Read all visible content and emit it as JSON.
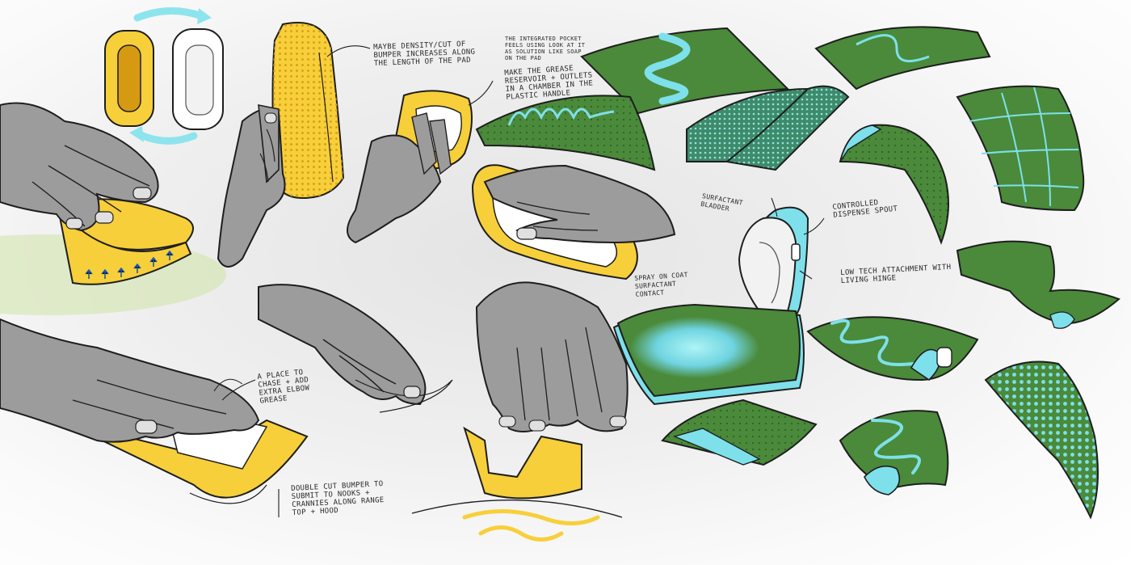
{
  "annotations": {
    "bumper_density": "Maybe density/cut of bumper increases along the length of the pad",
    "integrated_pocket": "The integrated pocket feels using look at it as solution like soap on the pad",
    "grease_chamber": "Make the grease reservoir + outlets in a chamber in the plastic handle",
    "elbow_grease": "A place to chase + add extra elbow grease",
    "double_bumper": "Double cut bumper to submit to nooks + crannies along range top + hood",
    "surfactant_bladder": "Surfactant bladder",
    "dispense_spout": "Controlled dispense spout",
    "low_tech_attachment": "Low tech attachment with living hinge",
    "spray_on_coat": "Spray on coat surfactant contact"
  },
  "colors": {
    "yellow": "#f7cf3a",
    "green": "#4a8a3a",
    "green_dark": "#2f6a2c",
    "cyan": "#7ee0ea",
    "gray_hand": "#9c9c9c",
    "ink": "#1e1e1e"
  }
}
